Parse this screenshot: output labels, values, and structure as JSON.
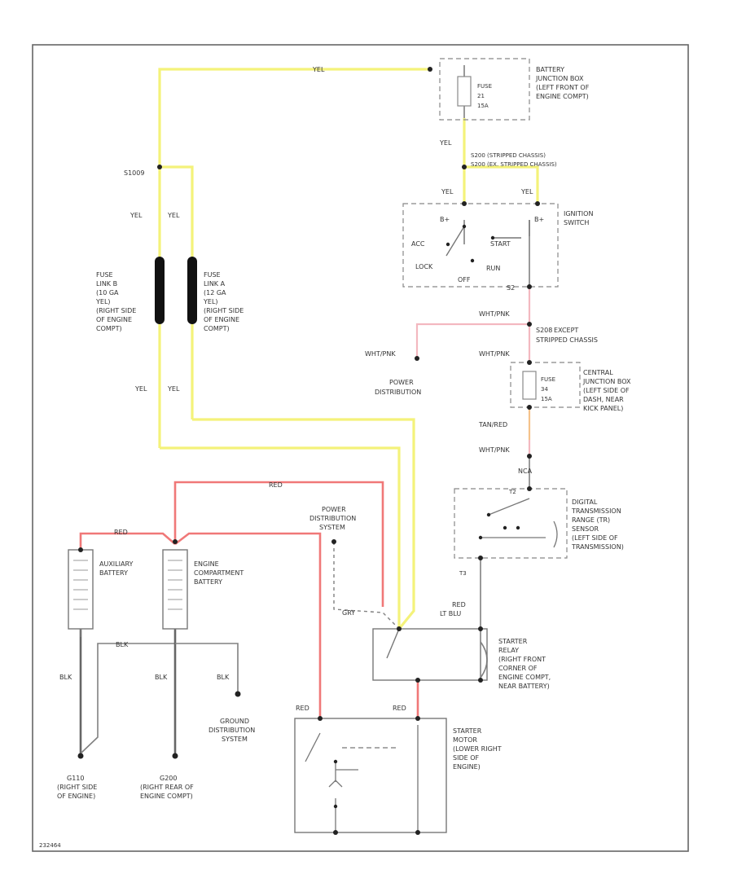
{
  "colors": {
    "yel": "#f4f27a",
    "red": "#f07878",
    "pink": "#f3b8c0",
    "orange": "#f5c28a",
    "gray": "#808080",
    "blk": "#666666",
    "frame": "#666666"
  },
  "wire_labels": {
    "yel_top": "YEL",
    "yel_s1": "YEL",
    "yel_fl_b_top": "YEL",
    "yel_fl_a_top": "YEL",
    "yel_fl_b_bot": "YEL",
    "yel_fl_a_bot": "YEL",
    "yel_ign_left": "YEL",
    "yel_ign_right": "YEL",
    "red_top": "RED",
    "red_left": "RED",
    "red_motor_left": "RED",
    "red_motor_right": "RED",
    "blk_1": "BLK",
    "blk_2": "BLK",
    "blk_3": "BLK",
    "blk_red": "BLK",
    "wht_pnk_1": "WHT/PNK",
    "wht_pnk_2": "WHT/PNK",
    "wht_pnk_3": "WHT/PNK",
    "wht_pnk_4": "WHT/PNK",
    "tan_red": "TAN/RED",
    "red_ltblu_1": "RED",
    "red_ltblu_2": "LT BLU",
    "gry": "GRY"
  },
  "splices": {
    "s1": "S1009",
    "s200_a": "S200  (STRIPPED CHASSIS)",
    "s200_b": "S200  (EX. STRIPPED CHASSIS)",
    "s208_1": "S208",
    "s208_2": "EXCEPT",
    "s208_3": "STRIPPED CHASSIS"
  },
  "battery_jbox": {
    "fuse": [
      "FUSE",
      "21",
      "15A"
    ],
    "label": [
      "BATTERY",
      "JUNCTION BOX",
      "(LEFT FRONT OF",
      "ENGINE COMPT)"
    ]
  },
  "ignition": {
    "b1": "B+",
    "b2": "B+",
    "acc": "ACC",
    "start": "START",
    "lock": "LOCK",
    "run": "RUN",
    "off": "OFF",
    "s2": "S2",
    "label": [
      "IGNITION",
      "SWITCH"
    ]
  },
  "power_dist_1": [
    "POWER",
    "DISTRIBUTION"
  ],
  "central_jbox": {
    "fuse": [
      "FUSE",
      "34",
      "15A"
    ],
    "label": [
      "CENTRAL",
      "JUNCTION BOX",
      "(LEFT SIDE OF",
      "DASH, NEAR",
      "KICK PANEL)"
    ]
  },
  "trs": {
    "nca": "NCA",
    "pin_a": "T2",
    "pin_b": "T3",
    "label": [
      "DIGITAL",
      "TRANSMISSION",
      "RANGE (TR)",
      "SENSOR",
      "(LEFT SIDE OF",
      "TRANSMISSION)"
    ]
  },
  "fuse_link_b": [
    "FUSE",
    "LINK B",
    "(10 GA",
    "YEL)",
    "(RIGHT SIDE",
    "OF ENGINE",
    "COMPT)"
  ],
  "fuse_link_a": [
    "FUSE",
    "LINK A",
    "(12 GA",
    "YEL)",
    "(RIGHT SIDE",
    "OF ENGINE",
    "COMPT)"
  ],
  "power_dist_2": [
    "POWER",
    "DISTRIBUTION",
    "SYSTEM"
  ],
  "aux_battery": [
    "AUXILIARY",
    "BATTERY"
  ],
  "engine_battery": [
    "ENGINE",
    "COMPARTMENT",
    "BATTERY"
  ],
  "starter_relay": [
    "STARTER",
    "RELAY",
    "(RIGHT FRONT",
    "CORNER OF",
    "ENGINE COMPT,",
    "NEAR BATTERY)"
  ],
  "starter_motor": [
    "STARTER",
    "MOTOR",
    "(LOWER RIGHT",
    "SIDE OF",
    "ENGINE)"
  ],
  "ground_dist": [
    "GROUND",
    "DISTRIBUTION",
    "SYSTEM"
  ],
  "g1": [
    "G110",
    "(RIGHT SIDE",
    "OF ENGINE)"
  ],
  "g2": [
    "G200",
    "(RIGHT REAR OF",
    "ENGINE COMPT)"
  ],
  "footer_code": "232464"
}
